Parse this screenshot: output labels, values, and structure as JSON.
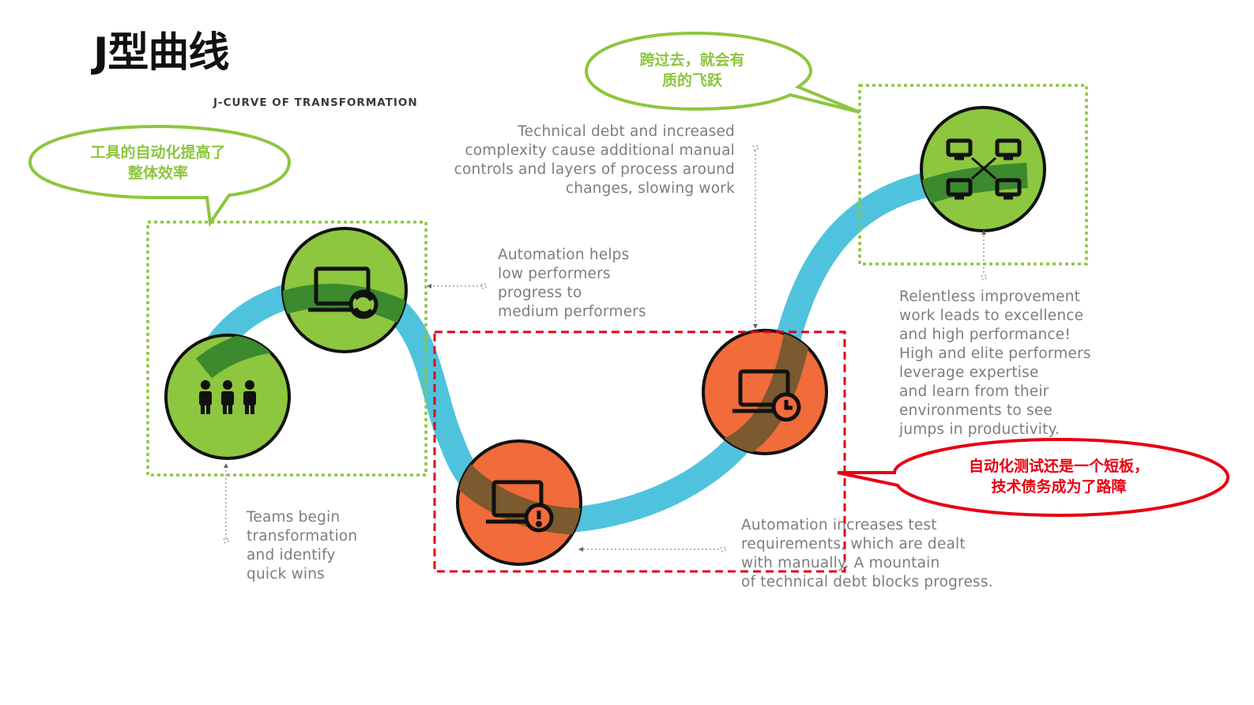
{
  "title": "J型曲线",
  "subtitle": "J-CURVE OF TRANSFORMATION",
  "descriptions": {
    "teams": "Teams begin\ntransformation\nand identify\nquick wins",
    "automation_helps": "Automation helps\nlow performers\nprogress to\nmedium performers",
    "technical_debt": "Technical debt and increased\ncomplexity cause additional manual\ncontrols and layers of process around\nchanges, slowing work",
    "automation_increases": "Automation increases test\nrequirements, which are dealt\nwith manually. A mountain\nof technical debt blocks progress.",
    "relentless": "Relentless improvement\nwork leads to excellence\nand high performance!\nHigh and elite performers\nleverage expertise\nand learn from their\nenvironments to see\njumps in productivity."
  },
  "callouts": {
    "left": "工具的自动化提高了\n整体效率",
    "top": "跨过去，就会有\n质的飞跃",
    "right": "自动化测试还是一个短板，\n技术债务成为了路障"
  },
  "colors": {
    "green": "#8dc63f",
    "orange": "#f26b3a",
    "curve": "#4fc3dd",
    "callout_green": "#8dc63f",
    "callout_red": "#e60012"
  },
  "nodes": [
    {
      "icon": "people-icon",
      "color": "green"
    },
    {
      "icon": "laptop-refresh-icon",
      "color": "green"
    },
    {
      "icon": "laptop-warning-icon",
      "color": "orange"
    },
    {
      "icon": "laptop-clock-icon",
      "color": "orange"
    },
    {
      "icon": "network-icon",
      "color": "green"
    }
  ]
}
